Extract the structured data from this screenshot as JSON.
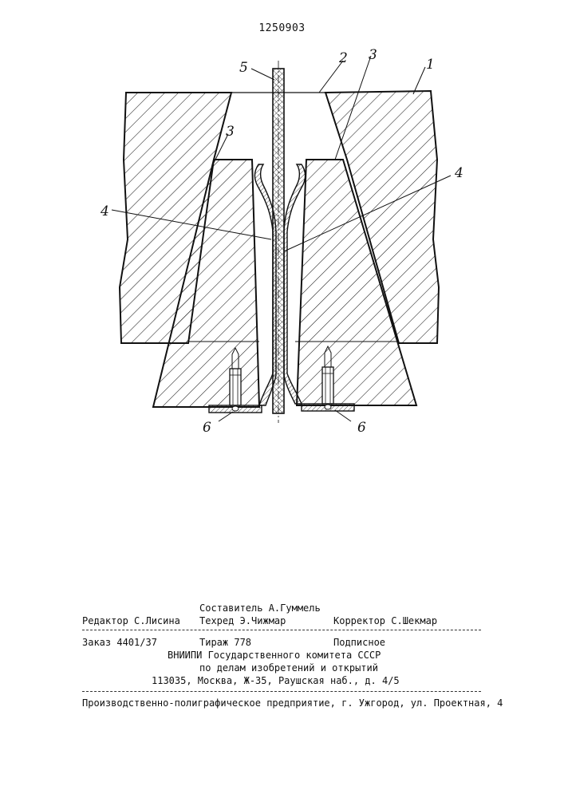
{
  "header": {
    "patent_number": "1250903"
  },
  "figure": {
    "labels": {
      "l1": "1",
      "l2": "2",
      "l3a": "3",
      "l3b": "3",
      "l4a": "4",
      "l4b": "4",
      "l5": "5",
      "l6a": "6",
      "l6b": "6"
    }
  },
  "imprint": {
    "compiler": "Составитель А.Гуммель",
    "editor": "Редактор С.Лисина",
    "techred": "Техред Э.Чижмар",
    "corrector": "Корректор С.Шекмар",
    "order": "Заказ 4401/37",
    "circulation": "Тираж 778",
    "subscription": "Подписное",
    "org_line1": "ВНИИПИ Государственного комитета СССР",
    "org_line2": "по делам изобретений  и открытий",
    "address": "113035, Москва, Ж-35, Раушская наб., д. 4/5",
    "printer": "Производственно-полиграфическое предприятие, г. Ужгород, ул. Проектная, 4"
  }
}
